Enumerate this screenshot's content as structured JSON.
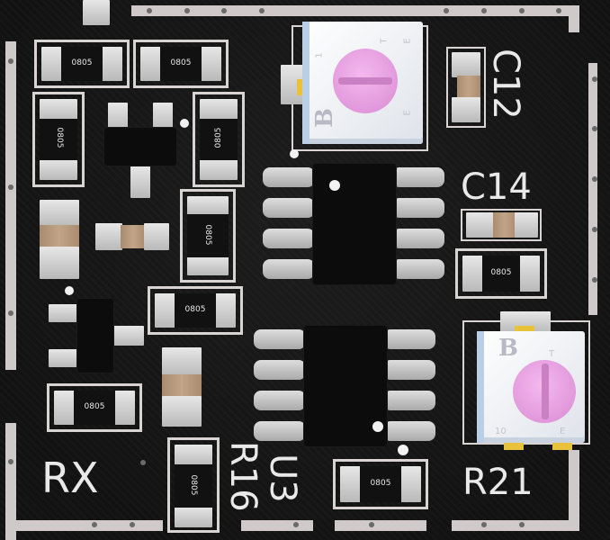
{
  "board": {
    "designators": {
      "rx": "RX",
      "c12": "C12",
      "c14": "C14",
      "r21": "R21",
      "r16": "R16",
      "u3": "U3"
    },
    "package_code": "0805",
    "pot_brand_letter": "B",
    "pot_marks": {
      "upper": [
        "1",
        "E",
        "T",
        "E"
      ],
      "lower": [
        "10",
        "T",
        "E"
      ]
    }
  },
  "colors": {
    "board": "#141414",
    "silkscreen": "#d8d4d4",
    "pad": "#cfcfcf",
    "pot_knob": "#e7a8e1",
    "capacitor_body": "#b89a7e"
  }
}
